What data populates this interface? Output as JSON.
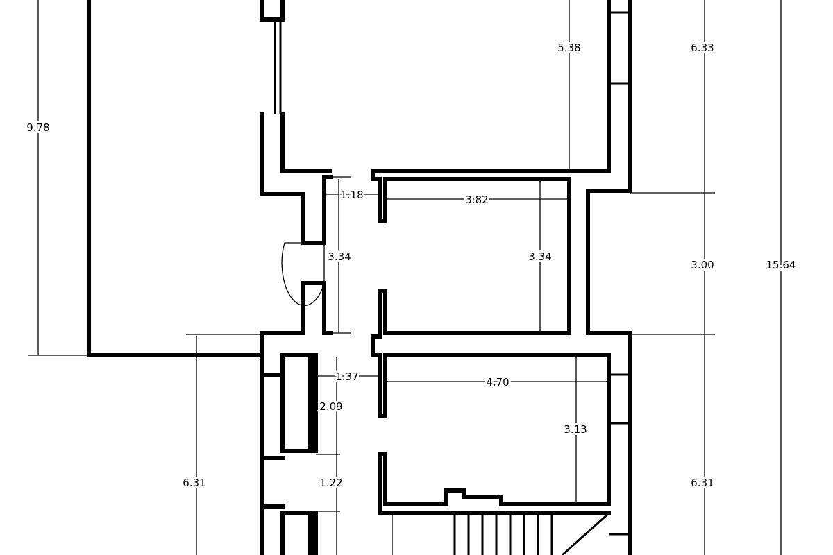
{
  "drawing": {
    "type": "floor-plan",
    "line_color": "#000000",
    "background": "#ffffff",
    "dimensions": {
      "left_total_upper": "9.78",
      "top_room_height": "5.38",
      "right_upper": "6.33",
      "right_middle": "3.00",
      "overall_height": "15.64",
      "right_lower": "6.31",
      "left_lower": "6.31",
      "corridor_width_upper": "1.18",
      "room1_width": "3.82",
      "corridor_height_upper": "3.34",
      "room1_height": "3.34",
      "corridor_width_lower": "1.37",
      "room2_width": "4.70",
      "closet_height": "2.09",
      "room2_height": "3.13",
      "gap_height": "1.22"
    }
  }
}
